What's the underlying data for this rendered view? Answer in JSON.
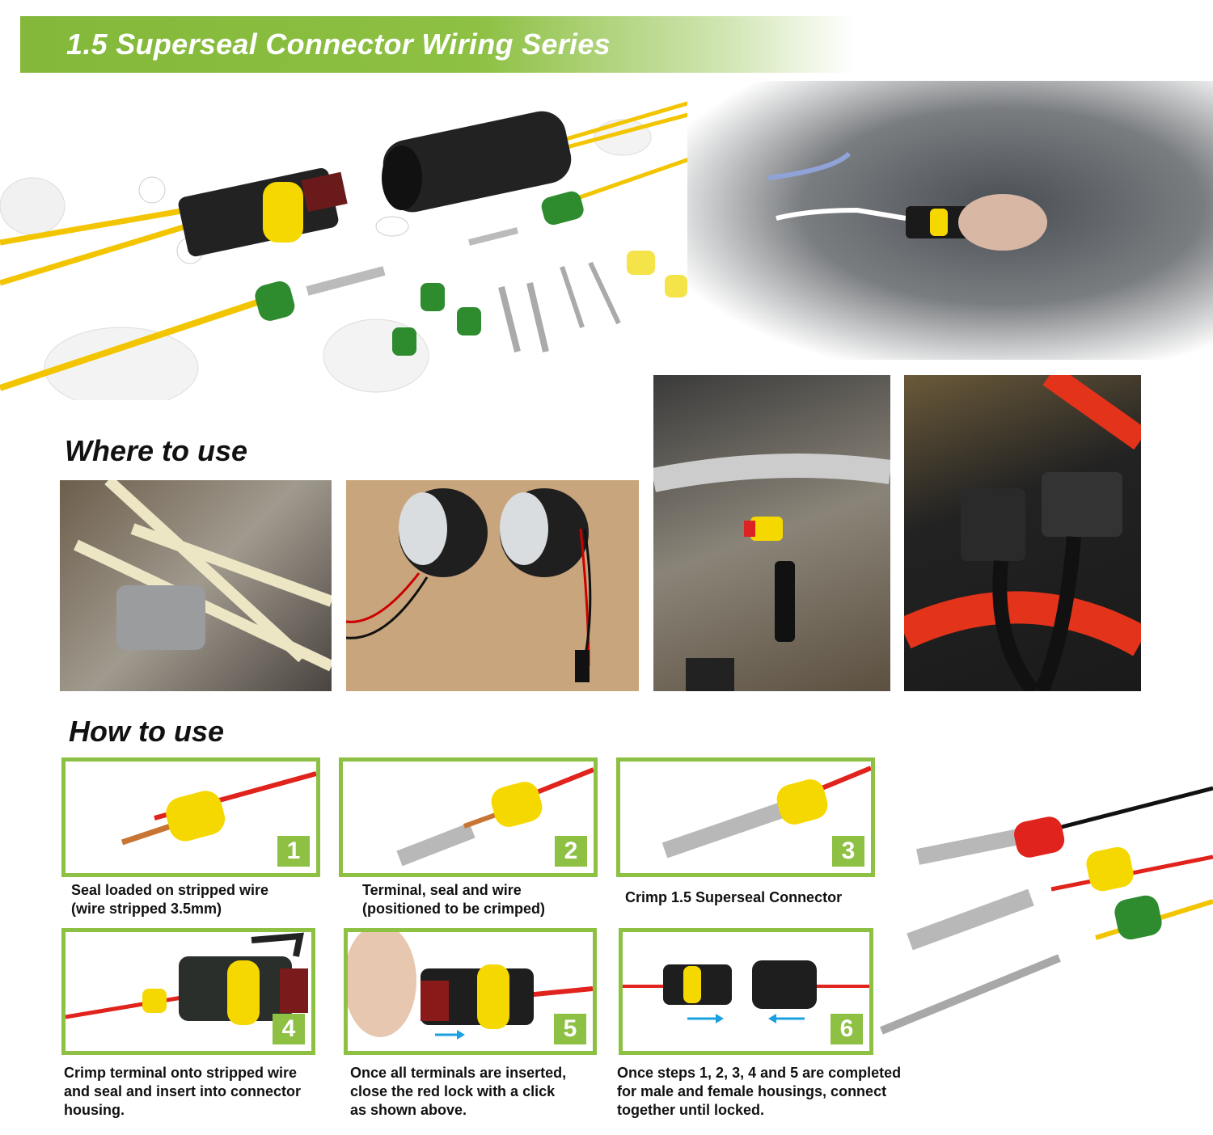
{
  "header": {
    "title": "1.5 Superseal Connector Wiring Series"
  },
  "sections": {
    "where": {
      "title": "Where to use"
    },
    "how": {
      "title": "How to use"
    }
  },
  "steps": [
    {
      "number": "1",
      "caption": "Seal loaded on stripped wire\n(wire stripped 3.5mm)"
    },
    {
      "number": "2",
      "caption": "Terminal, seal and wire\n(positioned to be crimped)"
    },
    {
      "number": "3",
      "caption": "Crimp 1.5 Superseal Connector"
    },
    {
      "number": "4",
      "caption": "Crimp terminal onto stripped wire\nand seal and insert into connector\nhousing."
    },
    {
      "number": "5",
      "caption": "Once all terminals are inserted,\nclose the red lock with a click\nas shown above."
    },
    {
      "number": "6",
      "caption": "Once steps 1, 2, 3, 4 and 5 are completed\nfor male and female housings, connect\ntogether until locked."
    }
  ],
  "colors": {
    "accent": "#8dc043",
    "wire_yellow": "#f2c500",
    "seal_green": "#2e8b2e",
    "seal_yellow": "#f5d800",
    "wire_red": "#e0231c"
  }
}
